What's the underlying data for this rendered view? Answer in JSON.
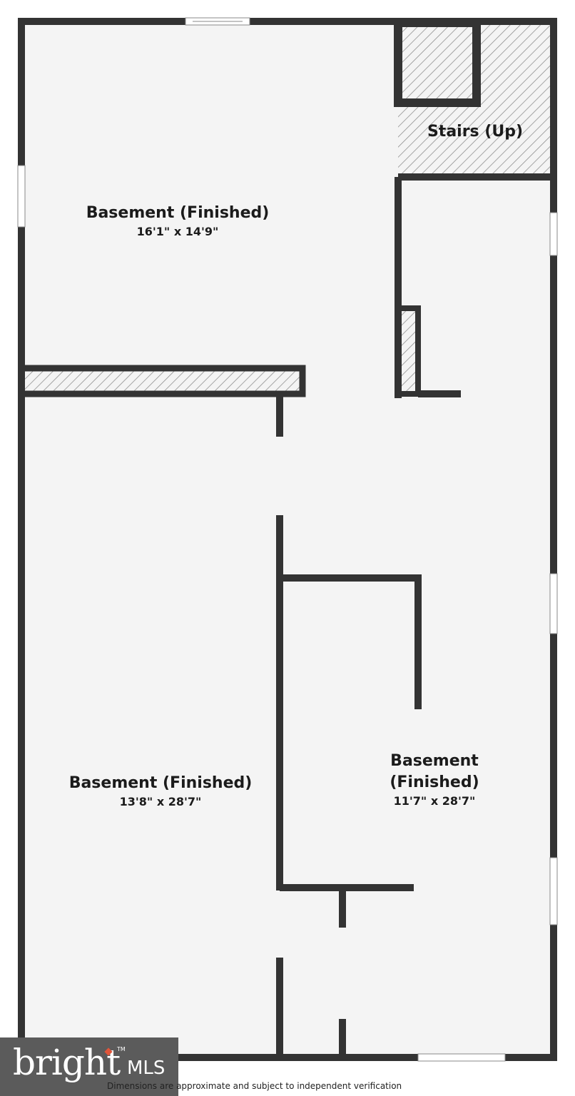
{
  "rooms": [
    {
      "name": "Basement (Finished)",
      "dimensions": "16'1\" x 14'9\""
    },
    {
      "name": "Basement (Finished)",
      "dimensions": "13'8\" x 28'7\""
    },
    {
      "name_line1": "Basement",
      "name_line2": "(Finished)",
      "dimensions": "11'7\" x 28'7\""
    },
    {
      "name": "Stairs (Up)"
    }
  ],
  "logo": {
    "word": "bright",
    "suffix": "MLS",
    "mark": "TM"
  },
  "disclaimer": "Dimensions are approximate and subject to independent verification",
  "colors": {
    "wall": "#333333",
    "floor": "#f4f4f4",
    "hatch": "#8a8a8a",
    "logo_bg": "#5b5b5b",
    "logo_accent": "#e0553a"
  }
}
